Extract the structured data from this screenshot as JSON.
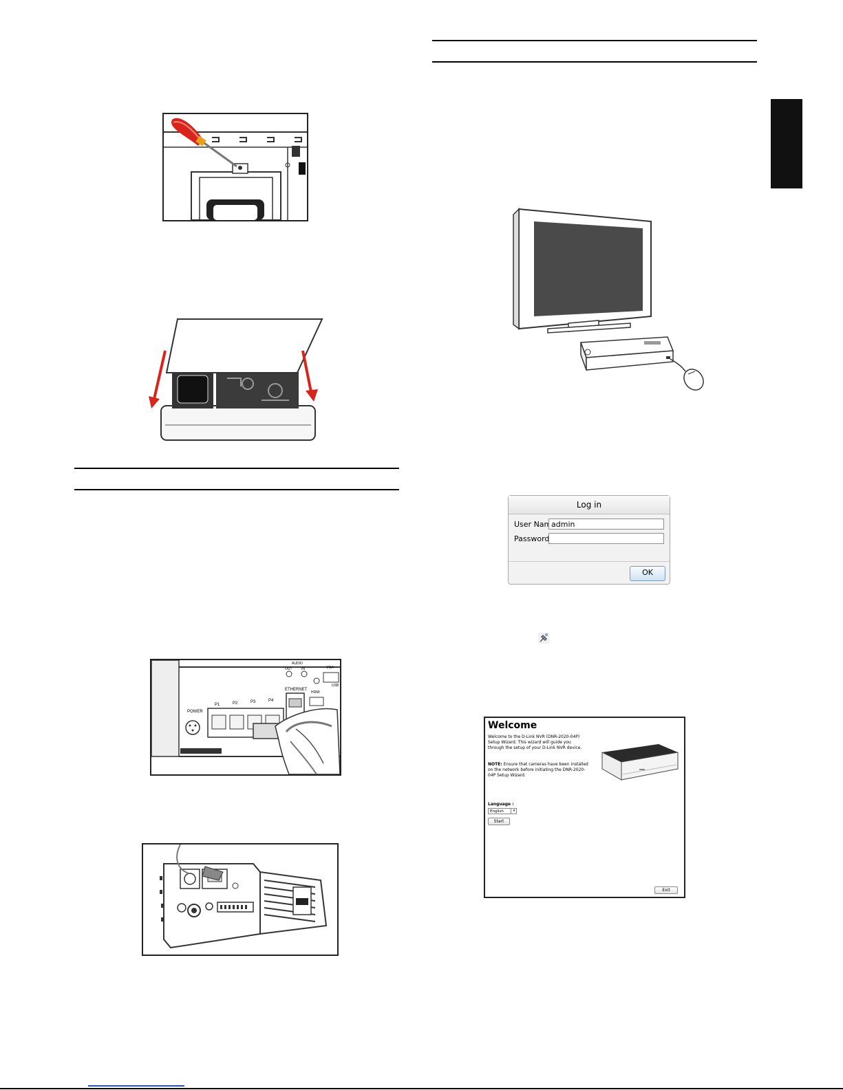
{
  "login_dialog": {
    "title": "Log in",
    "username_label": "User Name",
    "username_value": "admin",
    "password_label": "Password",
    "password_value": "",
    "ok_label": "OK"
  },
  "wizard": {
    "title": "Welcome",
    "intro": "Welcome to the D-Link NVR (DNR-2020-04P) Setup Wizard. This wizard will guide you through the setup of your D-Link NVR device.",
    "note_label": "NOTE:",
    "note_text": "Ensure that cameras have been installed on the network before initiating the DNR-2020-04P Setup Wizard.",
    "language_label": "Language :",
    "language_value": "English",
    "start_label": "Start",
    "exit_label": "Exit"
  },
  "figure_labels": {
    "power": "POWER",
    "ports": [
      "P1",
      "P2",
      "P3",
      "P4"
    ],
    "ethernet": "ETHERNET",
    "audio": "AUDIO",
    "audio_out": "OUT",
    "audio_in": "IN",
    "vga": "VGA",
    "hdmi": "HDMI",
    "usb": "USB"
  }
}
